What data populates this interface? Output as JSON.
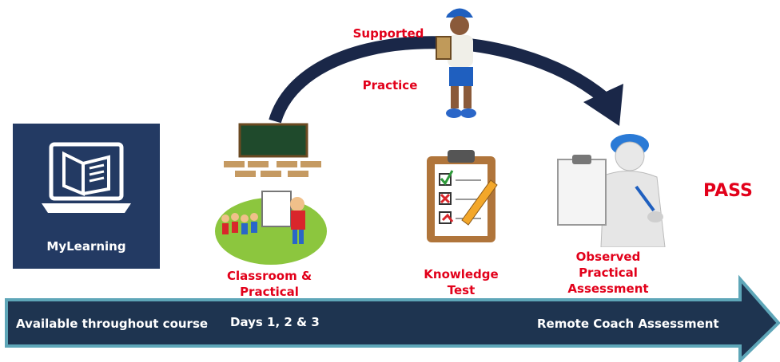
{
  "arc": {
    "label_top": "Supported",
    "label_bottom": "Practice"
  },
  "mylearning": {
    "label": "MyLearning"
  },
  "stages": {
    "classroom": "Classroom &\nPractical",
    "knowledge": "Knowledge\nTest",
    "observed": "Observed\nPractical\nAssessment",
    "pass": "PASS"
  },
  "timeline": {
    "left": "Available throughout course",
    "middle": "Days 1, 2 & 3",
    "right": "Remote Coach Assessment"
  },
  "colors": {
    "navy": "#233a63",
    "red": "#e2001a",
    "arrow_fill": "#1e3450",
    "arrow_border": "#5ea6b8",
    "arc": "#1a2748"
  }
}
